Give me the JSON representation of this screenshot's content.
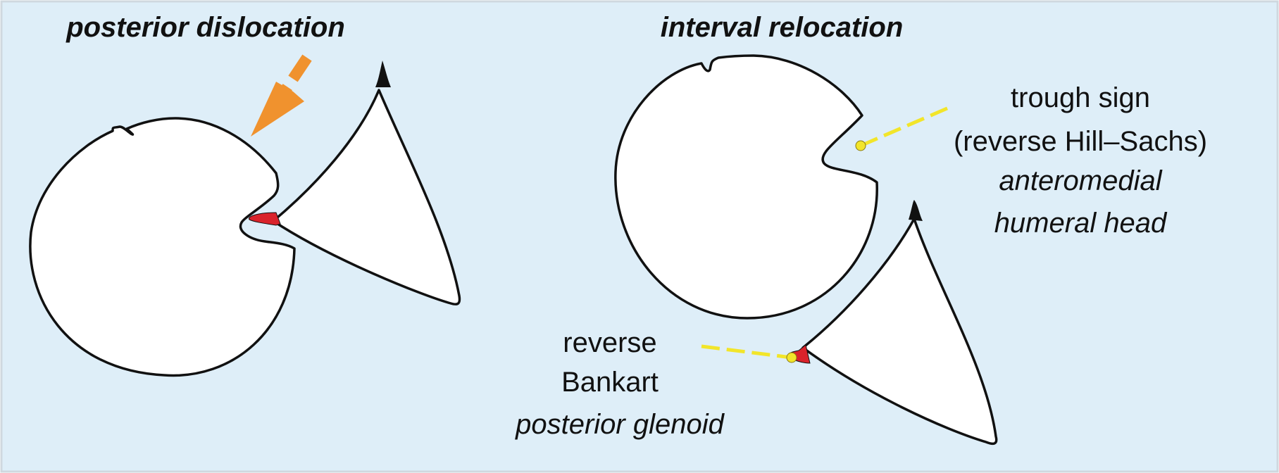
{
  "panels": {
    "left": {
      "title": "posterior dislocation"
    },
    "right": {
      "title": "interval relocation"
    }
  },
  "annotations": {
    "trough": {
      "line1": "trough sign",
      "line2": "(reverse Hill–Sachs)",
      "line3": "anteromedial",
      "line4": "humeral head"
    },
    "bankart": {
      "line1": "reverse",
      "line2": "Bankart",
      "line3": "posterior glenoid"
    }
  },
  "colors": {
    "background": "#deeef8",
    "panel_border": "#cfd8df",
    "outline": "#111111",
    "shape_fill": "#ffffff",
    "arrow": "#f0922e",
    "lesion": "#d9232b",
    "pointer": "#f2e52a"
  }
}
